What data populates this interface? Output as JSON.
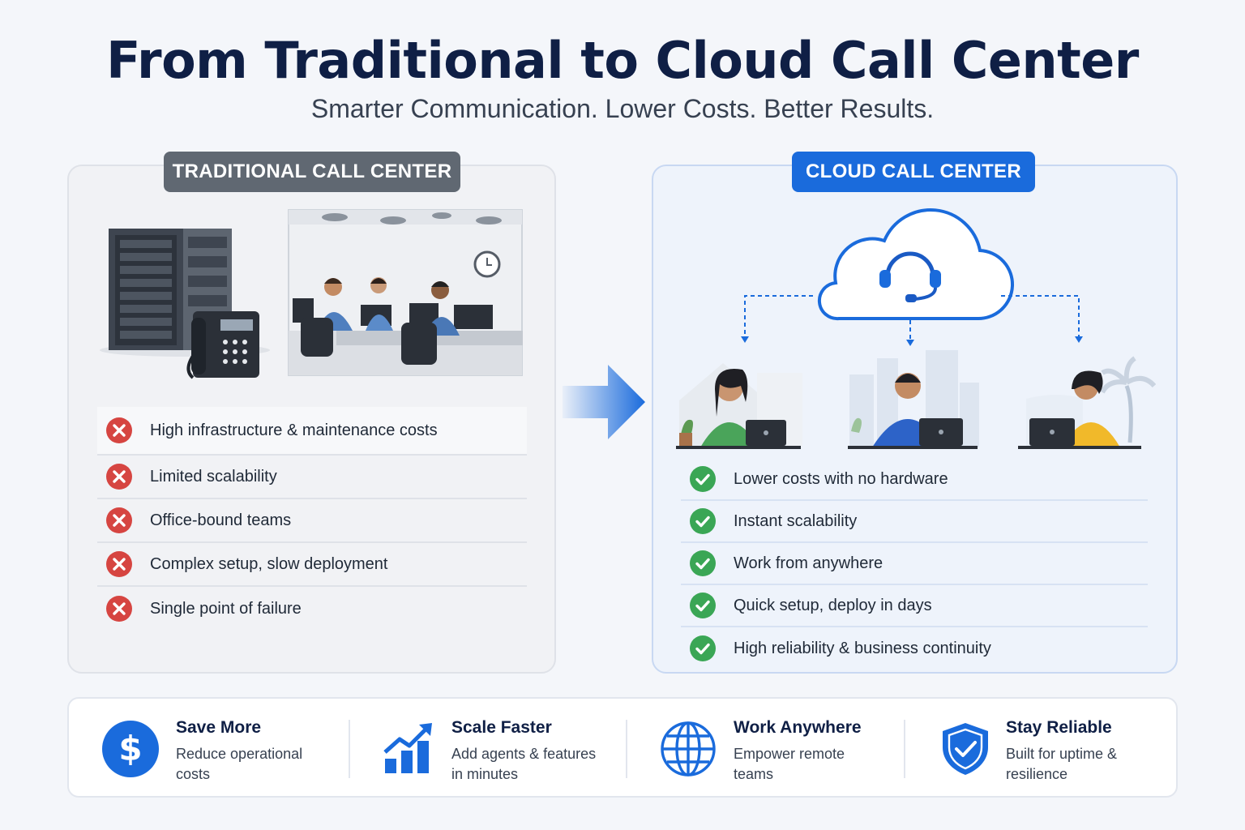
{
  "title": "From Traditional to Cloud Call Center",
  "subtitle": "Smarter Communication. Lower Costs. Better Results.",
  "traditional": {
    "badge": "TRADITIONAL CALL CENTER",
    "items": [
      "High infrastructure & maintenance costs",
      "Limited scalability",
      "Office-bound teams",
      "Complex setup, slow deployment",
      "Single point of failure"
    ]
  },
  "cloud": {
    "badge": "CLOUD CALL CENTER",
    "items": [
      "Lower costs with no hardware",
      "Instant scalability",
      "Work from anywhere",
      "Quick setup, deploy in days",
      "High reliability & business continuity"
    ]
  },
  "features": [
    {
      "title": "Save More",
      "desc1": "Reduce operational",
      "desc2": "costs",
      "icon": "dollar-icon"
    },
    {
      "title": "Scale Faster",
      "desc1": "Add agents & features",
      "desc2": "in minutes",
      "icon": "growth-chart-icon"
    },
    {
      "title": "Work Anywhere",
      "desc1": "Empower remote",
      "desc2": "teams",
      "icon": "globe-icon"
    },
    {
      "title": "Stay Reliable",
      "desc1": "Built for uptime &",
      "desc2": "resilience",
      "icon": "shield-check-icon"
    }
  ],
  "colors": {
    "navy": "#0f1f45",
    "accent_blue": "#1a6bdc",
    "gray_badge": "#606872",
    "error_red": "#d64541",
    "success_green": "#3aa655"
  }
}
